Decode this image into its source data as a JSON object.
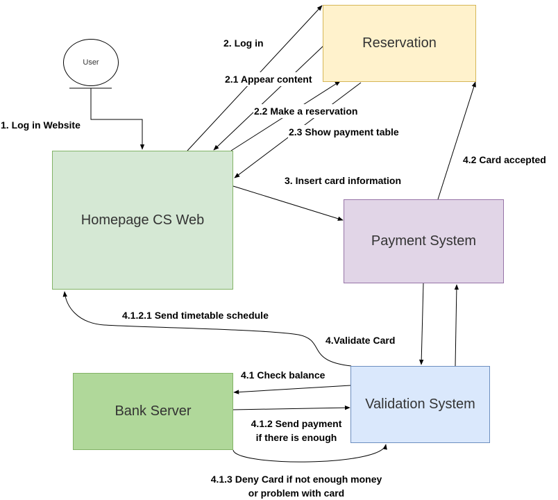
{
  "nodes": {
    "user": "User",
    "reservation": "Reservation",
    "homepage": "Homepage CS Web",
    "payment": "Payment System",
    "bank": "Bank Server",
    "validation": "Validation System"
  },
  "edges": {
    "e1": "1. Log in Website",
    "e2": "2. Log in",
    "e21": "2.1 Appear content",
    "e22": "2.2 Make a reservation",
    "e23": "2.3 Show payment table",
    "e3": "3. Insert card information",
    "e42": "4.2 Card accepted",
    "e4": "4.Validate Card",
    "e4121": "4.1.2.1 Send timetable schedule",
    "e41": "4.1 Check balance",
    "e412a": "4.1.2 Send payment",
    "e412b": "if there is enough",
    "e413a": "4.1.3 Deny Card if not enough money",
    "e413b": "or problem with card"
  },
  "colors": {
    "reservation_fill": "#fff2cc",
    "reservation_stroke": "#d6b656",
    "homepage_fill": "#d5e8d4",
    "homepage_stroke": "#82b366",
    "payment_fill": "#e1d5e7",
    "payment_stroke": "#9673a6",
    "bank_fill": "#b0d89a",
    "bank_stroke": "#82b366",
    "validation_fill": "#dae8fc",
    "validation_stroke": "#6c8ebf"
  }
}
